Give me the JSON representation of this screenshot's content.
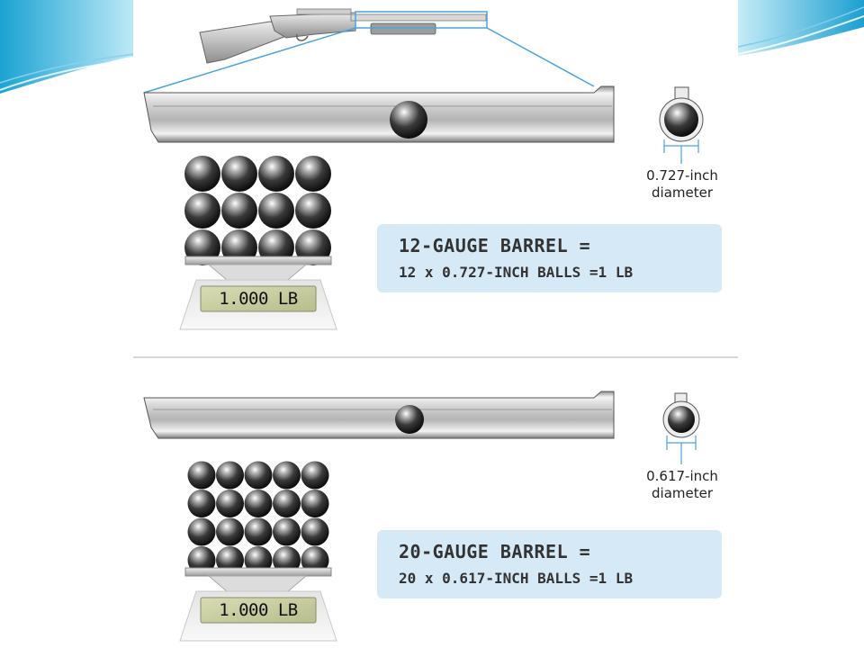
{
  "panels": [
    {
      "gauge_title": "12-GAUGE BARREL =",
      "gauge_formula": "12 x 0.727-INCH BALLS =1 LB",
      "diameter_value": "0.727-inch",
      "diameter_word": "diameter",
      "scale_reading": "1.000 LB",
      "ball_count": 12,
      "ball_grid": "4 x 3"
    },
    {
      "gauge_title": "20-GAUGE BARREL =",
      "gauge_formula": "20 x 0.617-INCH BALLS =1 LB",
      "diameter_value": "0.617-inch",
      "diameter_word": "diameter",
      "scale_reading": "1.000 LB",
      "ball_count": 20,
      "ball_grid": "5 x 4"
    }
  ],
  "icons": [
    "shotgun-icon",
    "barrel-icon",
    "lead-ball-icon",
    "digital-scale-icon",
    "barrel-end-icon"
  ],
  "colors": {
    "info_box": "#d6e9f6",
    "slide_accent": "#1fa8d6",
    "zoom_outline": "#4aa3df"
  }
}
